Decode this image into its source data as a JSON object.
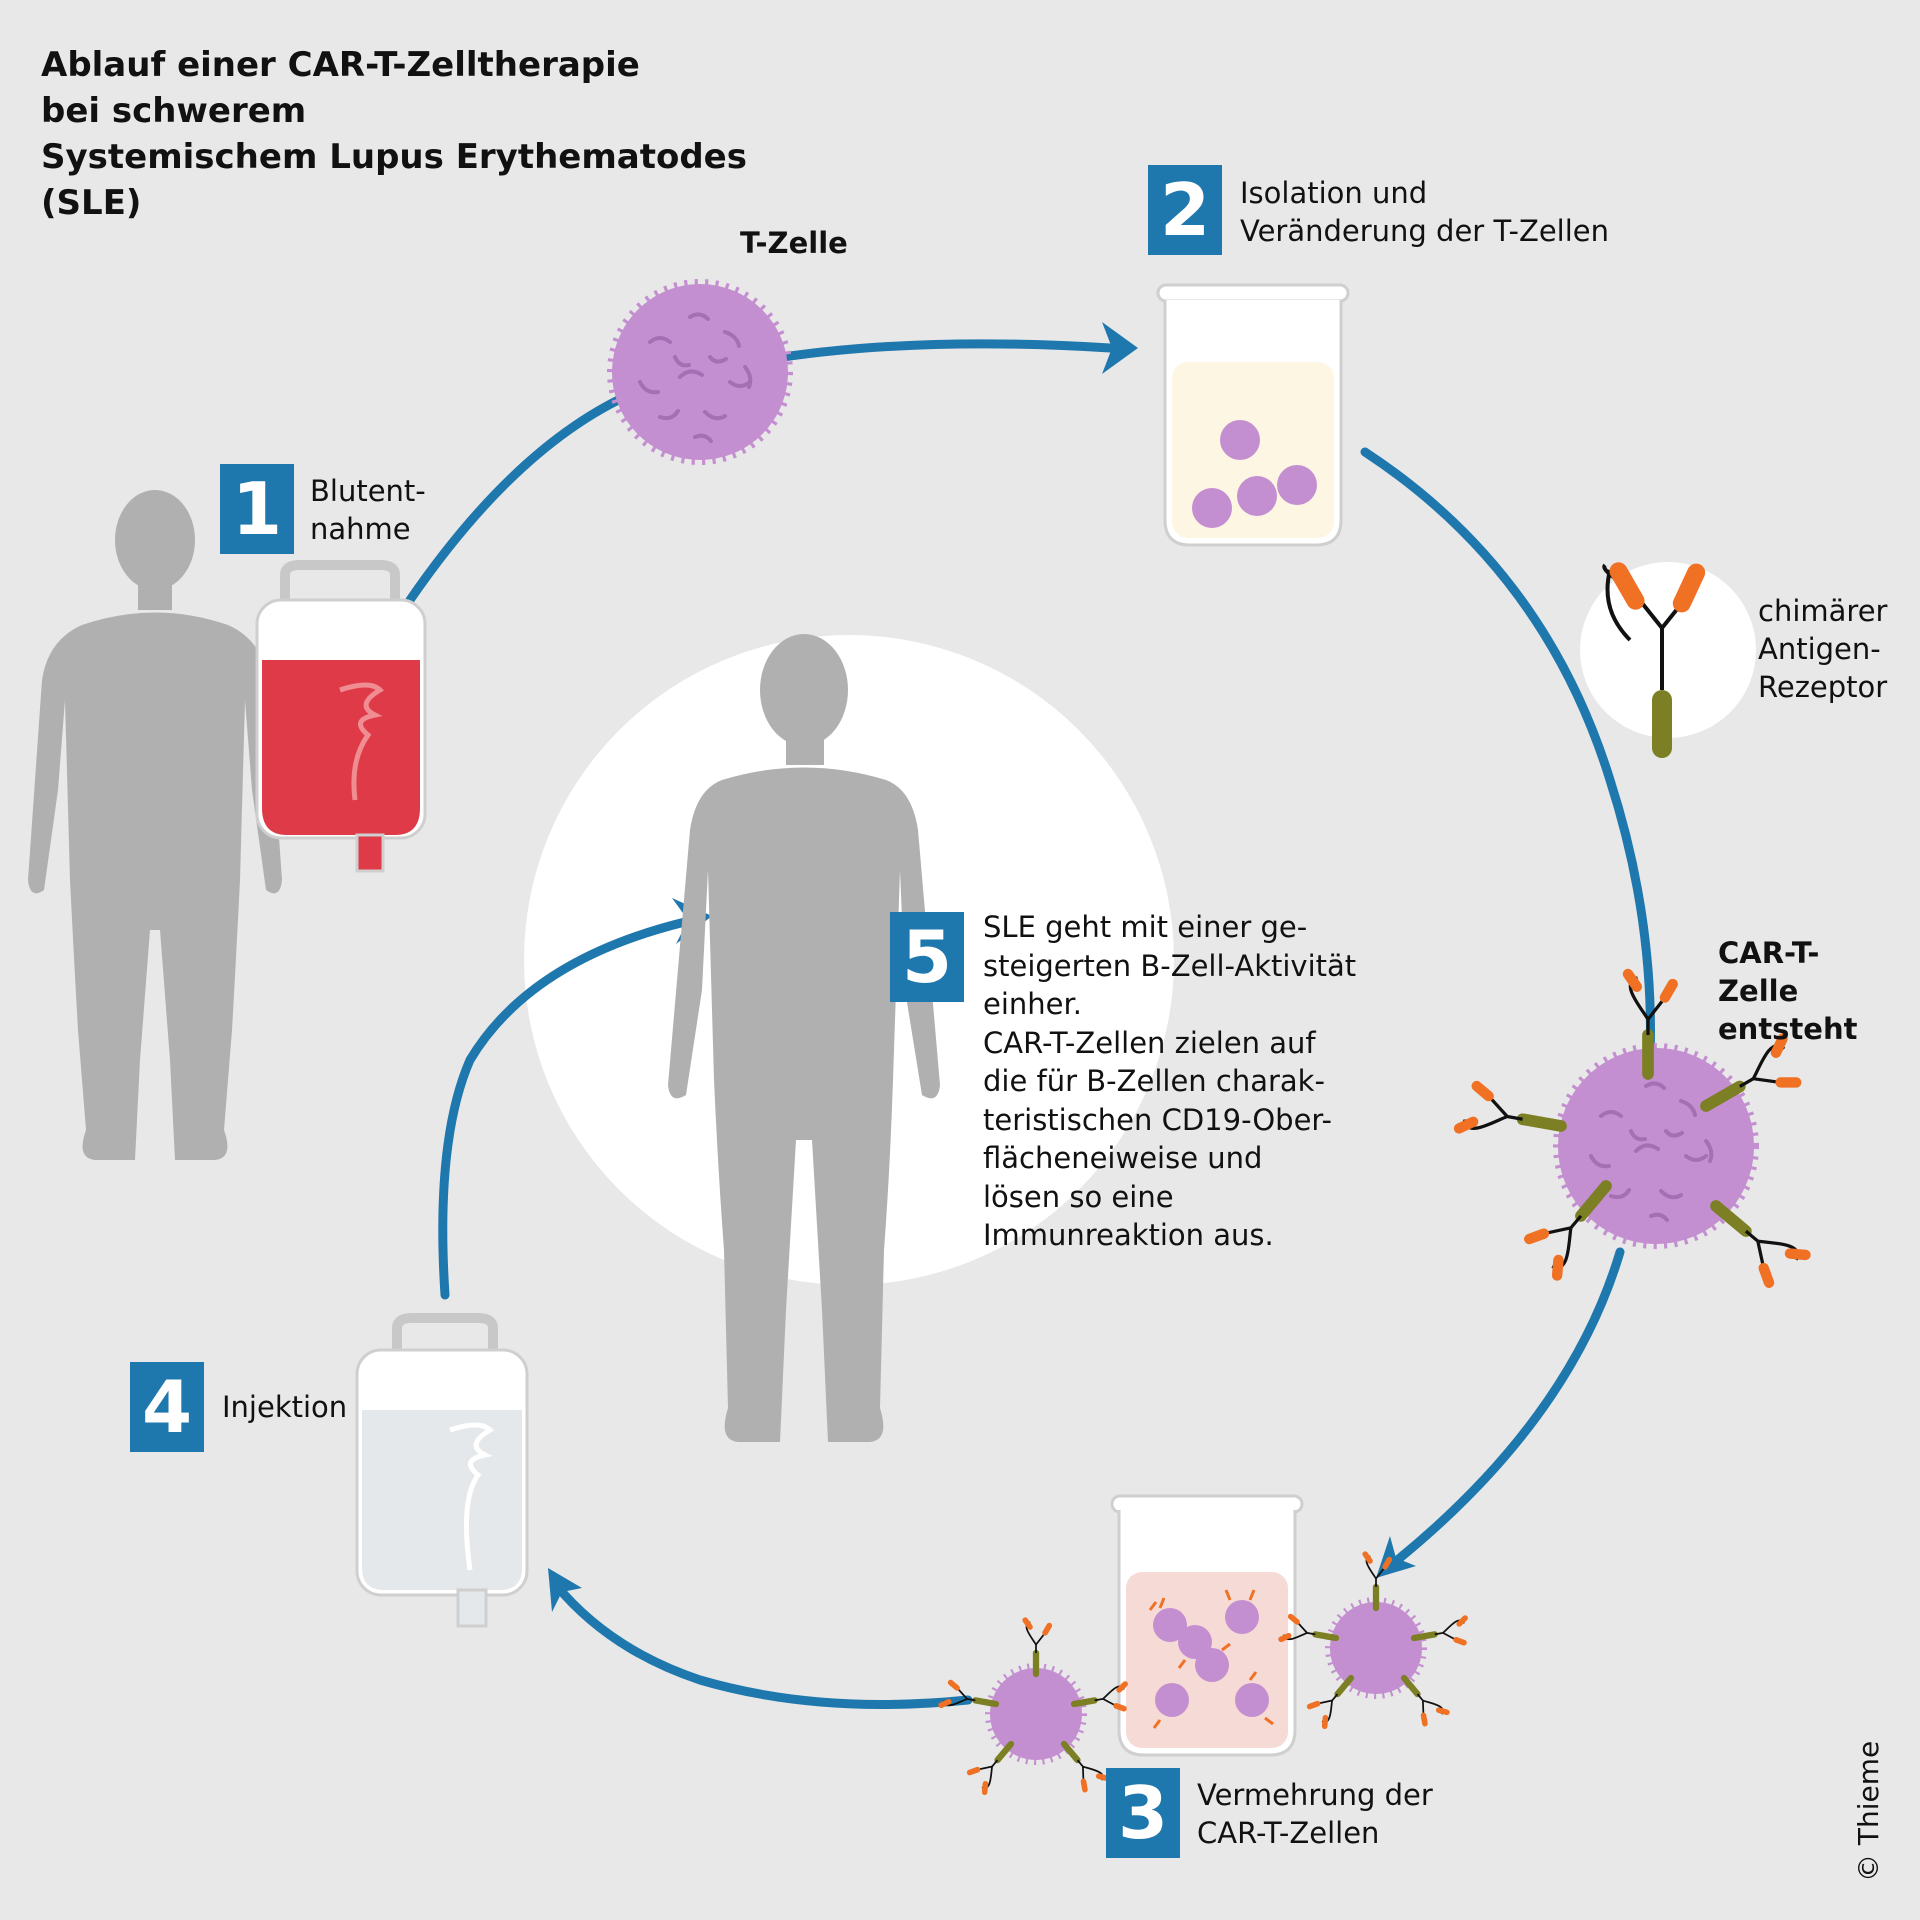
{
  "title": {
    "lines": [
      "Ablauf einer CAR-T-Zelltherapie",
      "bei schwerem",
      "Systemischem Lupus Erythematodes",
      "(SLE)"
    ]
  },
  "steps": {
    "step1": {
      "number": "1",
      "lines": [
        "Blutent-",
        "nahme"
      ]
    },
    "step2": {
      "number": "2",
      "lines": [
        "Isolation und",
        "Veränderung der T-Zellen"
      ]
    },
    "step3": {
      "number": "3",
      "lines": [
        "Vermehrung der",
        "CAR-T-Zellen"
      ]
    },
    "step4": {
      "number": "4",
      "lines": [
        "Injektion"
      ]
    },
    "step5": {
      "number": "5",
      "lines": [
        "SLE geht mit einer ge-",
        "steigerten B-Zell-Aktivität",
        "einher.",
        "CAR-T-Zellen zielen auf",
        "die für B-Zellen charak-",
        "teristischen CD19-Ober-",
        "flächeneiweise und",
        "lösen so eine",
        "Immunreaktion aus."
      ]
    }
  },
  "labels": {
    "t_cell": "T-Zelle",
    "car_lines": [
      "chimärer",
      "Antigen-",
      "Rezeptor"
    ],
    "car_t_lines": [
      "CAR-T-",
      "Zelle",
      "entsteht"
    ]
  },
  "copyright": "© Thieme",
  "colors": {
    "background": "#e8e8e8",
    "accent_blue": "#1f78ad",
    "cell_purple": "#c48fd0",
    "silhouette_gray": "#b0b0b0",
    "blood_red": "#de3a48",
    "receptor_orange": "#f07124",
    "receptor_olive": "#7d7f25"
  }
}
